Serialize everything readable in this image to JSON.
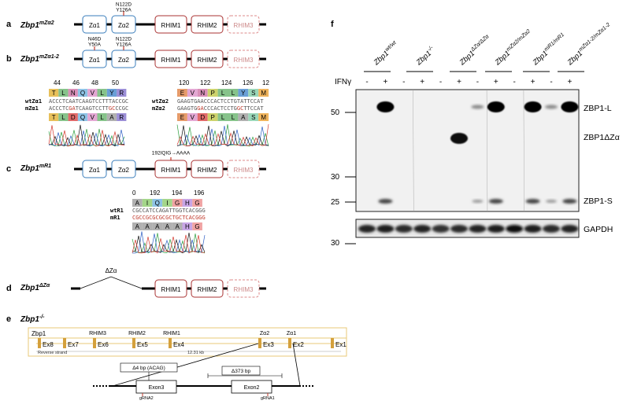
{
  "panel_letters": {
    "a": "a",
    "b": "b",
    "c": "c",
    "d": "d",
    "e": "e",
    "f": "f"
  },
  "constructs": {
    "a": {
      "base": "Zbp1",
      "sup": "mZα2",
      "domains": {
        "za1": "Zα1",
        "za2": "Zα2",
        "rhim1": "RHIM1",
        "rhim2": "RHIM2",
        "rhim3": "RHIM3"
      },
      "mutation_za2": [
        "N122D",
        "Y126A"
      ]
    },
    "b": {
      "base": "Zbp1",
      "sup": "mZα1-2",
      "domains": {
        "za1": "Zα1",
        "za2": "Zα2",
        "rhim1": "RHIM1",
        "rhim2": "RHIM2",
        "rhim3": "RHIM3"
      },
      "mutation_za1": [
        "N46D",
        "Y50A"
      ],
      "mutation_za2": [
        "N122D",
        "Y126A"
      ]
    },
    "c": {
      "base": "Zbp1",
      "sup": "mR1",
      "domains": {
        "za1": "Zα1",
        "za2": "Zα2",
        "rhim1": "RHIM1",
        "rhim2": "RHIM2",
        "rhim3": "RHIM3"
      },
      "mutation_rhim1": "192IQIG→AAAA"
    },
    "d": {
      "base": "Zbp1",
      "sup": "ΔZα",
      "deletion_label": "ΔZα",
      "domains": {
        "rhim1": "RHIM1",
        "rhim2": "RHIM2",
        "rhim3": "RHIM3"
      }
    },
    "e": {
      "base": "Zbp1",
      "sup": "-/-"
    }
  },
  "sequence_za1": {
    "positions": [
      "44",
      "46",
      "48",
      "50"
    ],
    "wt_label": "wtZα1",
    "mut_label": "mZα1",
    "wt_seq": "ACCCTCAATCAAGTCCTTTACCGC",
    "mut_seq_a": "ACCCTC",
    "mut_seq_b": "GA",
    "mut_seq_c": "TCAAGTCCTT",
    "mut_seq_d": "GC",
    "mut_seq_e": "CCGC",
    "wt_aa": [
      "T",
      "L",
      "N",
      "Q",
      "V",
      "L",
      "Y",
      "R"
    ],
    "mut_aa": [
      "T",
      "L",
      "D",
      "Q",
      "V",
      "L",
      "A",
      "R"
    ]
  },
  "sequence_za2": {
    "positions": [
      "120",
      "122",
      "124",
      "126",
      "12"
    ],
    "wt_label": "wtZα2",
    "mut_label": "mZα2",
    "wt_seq": "GAAGTGAACCCACTCCTGTATTCCAT",
    "mut_seq_a": "GAAGTG",
    "mut_seq_b": "GA",
    "mut_seq_c": "CCCACTCCTG",
    "mut_seq_d": "GC",
    "mut_seq_e": "TTCCAT",
    "wt_aa": [
      "E",
      "V",
      "N",
      "P",
      "L",
      "L",
      "Y",
      "S",
      "M"
    ],
    "mut_aa": [
      "E",
      "V",
      "D",
      "P",
      "L",
      "L",
      "A",
      "S",
      "M"
    ]
  },
  "sequence_r1": {
    "positions": [
      "0",
      "192",
      "194",
      "196"
    ],
    "wt_label": "wtR1",
    "mut_label": "mR1",
    "wt_seq": "CGCCATCCAGATTGGTCACGGG",
    "mut_seq_a": "CGCCGCGCGCGCTGCTCACGGG",
    "wt_aa": [
      "A",
      "I",
      "Q",
      "I",
      "G",
      "H",
      "G"
    ],
    "mut_aa": [
      "A",
      "A",
      "A",
      "A",
      "A",
      "H",
      "G"
    ]
  },
  "gene_map": {
    "gene": "Zbp1",
    "strand": "Reverse strand",
    "length": "12.31 kb",
    "exons": [
      "Ex8",
      "Ex7",
      "Ex6",
      "Ex5",
      "Ex4",
      "Ex3",
      "Ex2",
      "Ex1"
    ],
    "domain_labels": [
      "RHIM3",
      "RHIM2",
      "RHIM1",
      "Zα2",
      "Zα1"
    ],
    "deletion1": "Δ4 bp (ACAG)",
    "deletion2": "Δ373 bp",
    "exon3": "Exon3",
    "exon2": "Exon2",
    "grna2": "gRNA2",
    "grna1": "gRNA1"
  },
  "western": {
    "genotypes": [
      {
        "base": "Zbp1",
        "sup": "wt/wt"
      },
      {
        "base": "Zbp1",
        "sup": "-/-"
      },
      {
        "base": "Zbp1",
        "sup": "ΔZα/ΔZα"
      },
      {
        "base": "Zbp1",
        "sup": "mZα2/mZα2"
      },
      {
        "base": "Zbp1",
        "sup": "mR1/mR1"
      },
      {
        "base": "Zbp1",
        "sup": "mZα1-2/mZα1-2"
      }
    ],
    "treatment": "IFNγ",
    "lane_signs": [
      "-",
      "+",
      "-",
      "+",
      "-",
      "+",
      "-",
      "+",
      "-",
      "+",
      "-",
      "+"
    ],
    "mw_markers": [
      "50",
      "30",
      "25",
      "30"
    ],
    "band_labels": [
      "ZBP1-L",
      "ZBP1ΔZα",
      "ZBP1-S",
      "GAPDH"
    ]
  }
}
